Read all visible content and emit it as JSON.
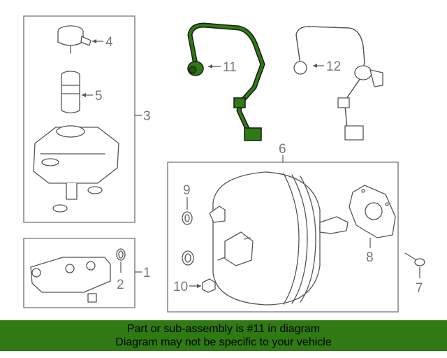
{
  "callouts": {
    "c1": "1",
    "c2": "2",
    "c3": "3",
    "c4": "4",
    "c5": "5",
    "c6": "6",
    "c7": "7",
    "c8": "8",
    "c9": "9",
    "c10": "10",
    "c11": "11",
    "c12": "12"
  },
  "highlight": {
    "part_number": "11",
    "color": "#2f7a12"
  },
  "banner": {
    "line1": "Part or sub-assembly is #11 in diagram",
    "line2": "Diagram may not be specific to your vehicle",
    "background": "#2f7a12"
  }
}
